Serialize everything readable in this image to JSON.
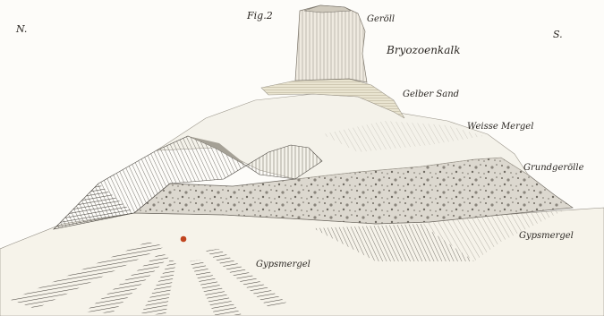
{
  "figure": {
    "fig_label": "Fig.2",
    "compass_north": "N.",
    "compass_south": "S."
  },
  "layers": {
    "geröll": "Geröll",
    "bryozoenkalk": "Bryozoenkalk",
    "gelber_sand": "Gelber Sand",
    "weisse_mergel": "Weisse Mergel",
    "grundgerolle": "Grundgerölle",
    "gypsmergel_right": "Gypsmergel",
    "gypsmergel_center": "Gypsmergel"
  },
  "colors": {
    "paper": "#fdfcf9",
    "gelber_sand": "#e9e4d0",
    "weisse_mergel": "#f3f1e9",
    "dark_strata": "#a5a196",
    "grundgerolle_fill": "#d6d2c8",
    "pebble": "#6f6a62",
    "marker_dot": "#c0441e"
  }
}
